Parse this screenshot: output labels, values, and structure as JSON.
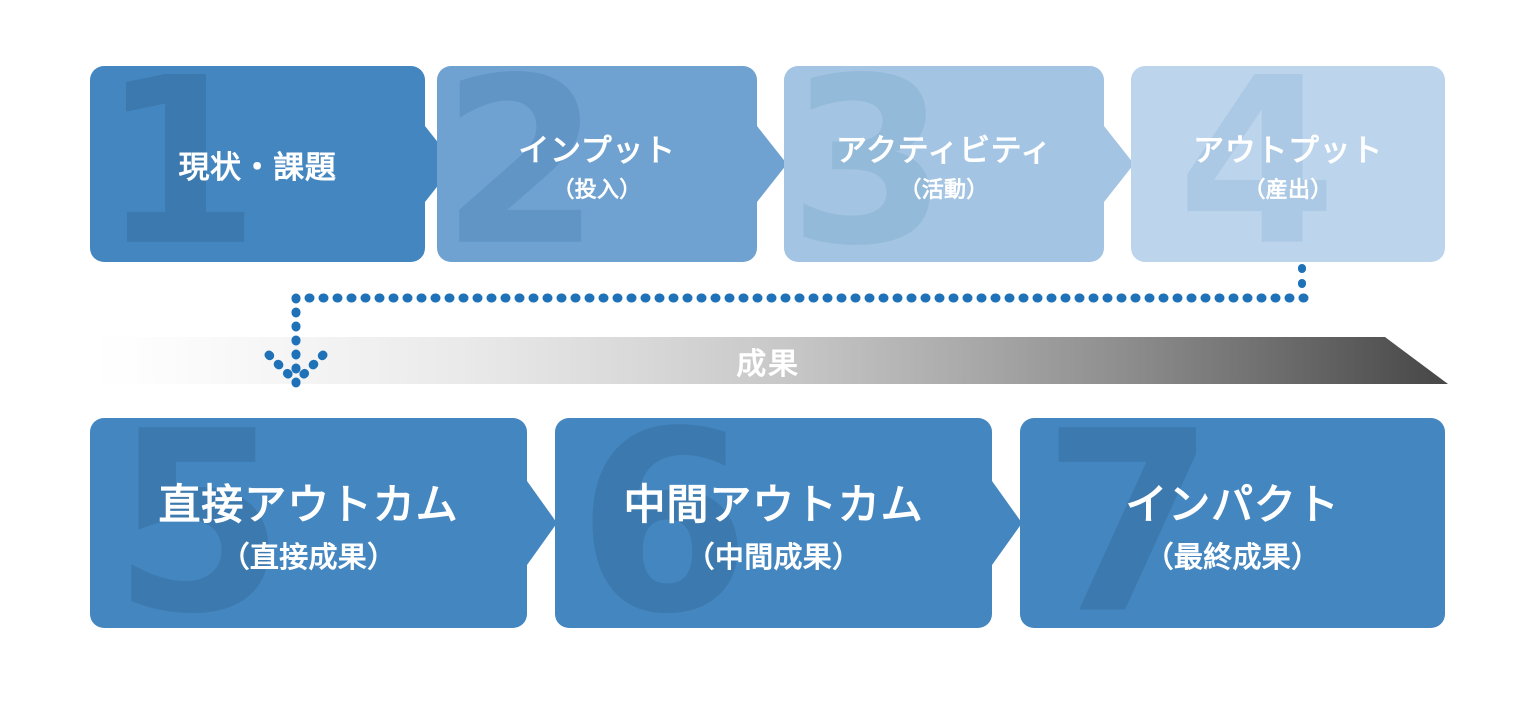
{
  "diagram": {
    "title_band": {
      "label": "成果",
      "text_color": "#ffffff",
      "gradient_from": "#ffffff",
      "gradient_to": "#474747"
    },
    "colors": {
      "step1": "#4486c0",
      "step2": "#6fa2d0",
      "step3": "#a3c4e3",
      "step4": "#bdd5ec",
      "step5": "#4486c0",
      "step6": "#4486c0",
      "step7": "#4486c0",
      "watermark_dark": "#3b79ae",
      "watermark_mid": "#6195c6",
      "watermark_light": "#94bada",
      "watermark_lighter": "#abc9e4",
      "dotted_arrow": "#1f72b8"
    },
    "top_row": [
      {
        "number": "1",
        "title": "現状・課題",
        "subtitle": "",
        "fill": "#4486c0",
        "watermark_color": "#3b79ae",
        "has_tab": true
      },
      {
        "number": "2",
        "title": "インプット",
        "subtitle": "（投入）",
        "fill": "#6fa2d0",
        "watermark_color": "#6195c6",
        "has_tab": true
      },
      {
        "number": "3",
        "title": "アクティビティ",
        "subtitle": "（活動）",
        "fill": "#a3c4e3",
        "watermark_color": "#94bada",
        "has_tab": true
      },
      {
        "number": "4",
        "title": "アウトプット",
        "subtitle": "（産出）",
        "fill": "#bdd5ec",
        "watermark_color": "#abc9e4",
        "has_tab": false
      }
    ],
    "bottom_row": [
      {
        "number": "5",
        "title": "直接アウトカム",
        "subtitle": "（直接成果）",
        "fill": "#4486c0",
        "watermark_color": "#3b79ae",
        "has_tab": true
      },
      {
        "number": "6",
        "title": "中間アウトカム",
        "subtitle": "（中間成果）",
        "fill": "#4486c0",
        "watermark_color": "#3b79ae",
        "has_tab": true
      },
      {
        "number": "7",
        "title": "インパクト",
        "subtitle": "（最終成果）",
        "fill": "#4486c0",
        "watermark_color": "#3b79ae",
        "has_tab": false
      }
    ]
  }
}
